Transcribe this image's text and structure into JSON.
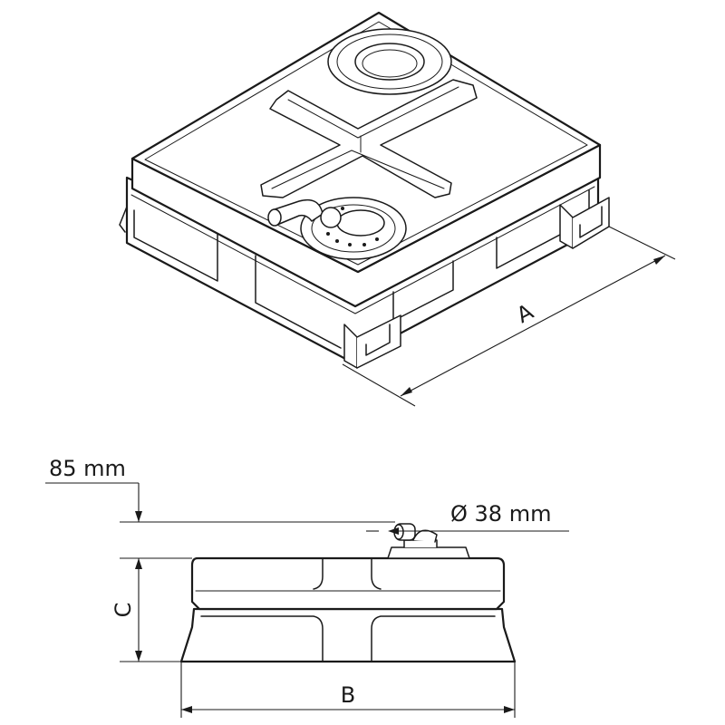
{
  "labels": {
    "dim_a": "A",
    "dim_b": "B",
    "dim_c": "C",
    "height_offset": "85 mm",
    "outlet_diameter": "Ø 38 mm"
  }
}
